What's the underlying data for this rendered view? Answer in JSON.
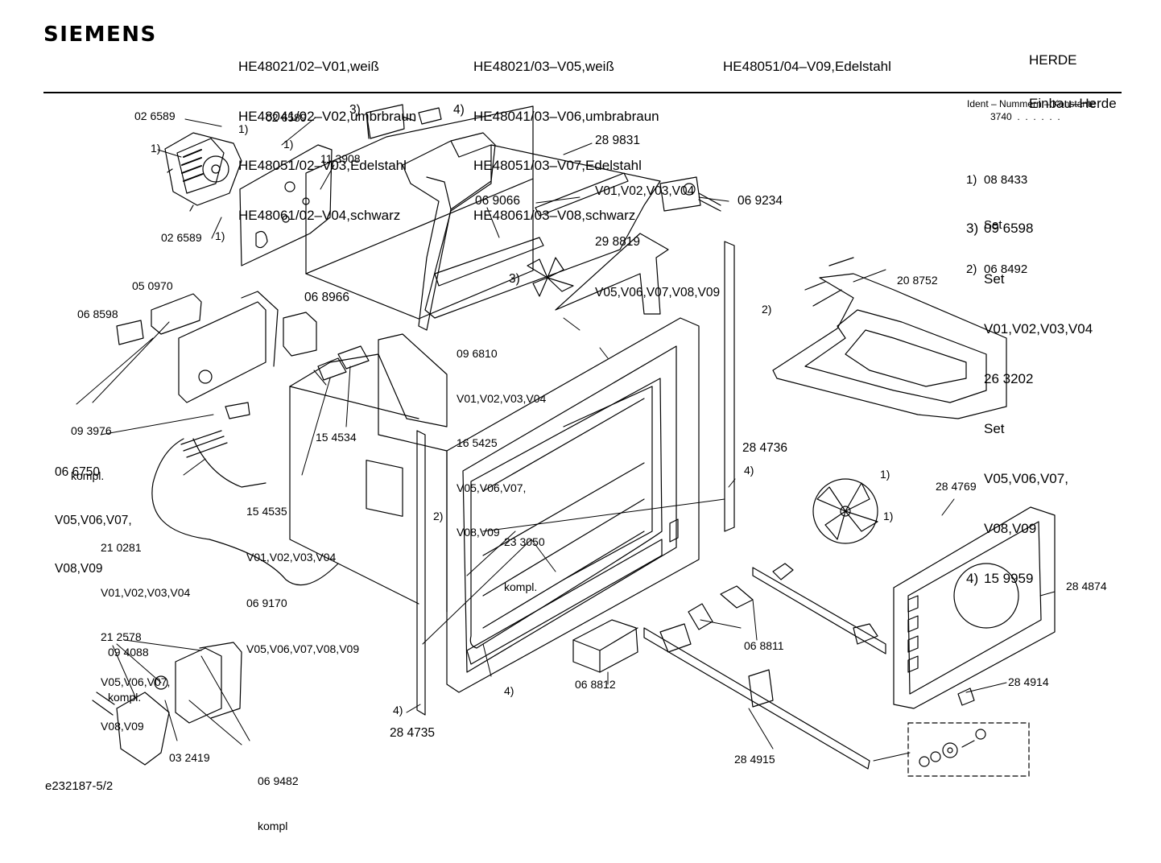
{
  "header": {
    "brand": "SIEMENS",
    "models_col1": [
      "HE48021/02–V01,weiß",
      "HE48041/02–V02,umbrbraun",
      "HE48051/02–V03,Edelstahl",
      "HE48061/02–V04,schwarz"
    ],
    "models_col2": [
      "HE48021/03–V05,weiß",
      "HE48041/03–V06,umbrabraun",
      "HE48051/03–V07,Edelstahl",
      "HE48061/03–V08,schwarz"
    ],
    "models_col3": [
      "HE48051/04–V09,Edelstahl"
    ],
    "category": [
      "HERDE",
      "Einbau–Herde"
    ]
  },
  "ident": {
    "title": "Ident – Nummern – Konstante",
    "value": "3740  .  .  .  .  .  ."
  },
  "footnotes": [
    {
      "key": "1)",
      "text": "08 8433"
    },
    {
      "key": "",
      "text": "Set"
    },
    {
      "key": "2)",
      "text": "06 8492"
    },
    {
      "key": "3)",
      "text": "09 6598"
    },
    {
      "key": "",
      "text": "Set"
    },
    {
      "key": "",
      "text": "V01,V02,V03,V04"
    },
    {
      "key": "",
      "text": "26 3202"
    },
    {
      "key": "",
      "text": "Set"
    },
    {
      "key": "",
      "text": "V05,V06,V07,"
    },
    {
      "key": "",
      "text": "V08,V09"
    },
    {
      "key": "4)",
      "text": "15 9959"
    }
  ],
  "labels": {
    "p026589a": "02 6589",
    "p026589b": "02 6589",
    "p026589c": "02 6589",
    "p113908": "11 3908",
    "p289831": "28 9831",
    "p289831v": "V01,V02,V03,V04",
    "p298819": "29 8819",
    "p298819v": "V05,V06,V07,V08,V09",
    "p069066": "06 9066",
    "p069234": "06 9234",
    "p050970": "05 0970",
    "p068598": "06 8598",
    "p068966": "06 8966",
    "p096810": "09 6810",
    "p096810v": "V01,V02,V03,V04",
    "p165425": "16 5425",
    "p165425v1": "V05,V06,V07,",
    "p165425v2": "V08,V09",
    "p208752": "20 8752",
    "p093976": "09 3976",
    "p093976k": "kompl.",
    "p066750": "06 6750",
    "p066750v1": "V05,V06,V07,",
    "p066750v2": "V08,V09",
    "p154534": "15 4534",
    "p154535": "15 4535",
    "p154535v": "V01,V02,V03,V04",
    "p069170": "06 9170",
    "p069170v": "V05,V06,V07,V08,V09",
    "p210281": "21 0281",
    "p210281v": "V01,V02,V03,V04",
    "p212578": "21 2578",
    "p212578v1": "V05,V06,V07,",
    "p212578v2": "V08,V09",
    "p284736": "28 4736",
    "p284769": "28 4769",
    "p233050": "23 3050",
    "p233050k": "kompl.",
    "p284874": "28 4874",
    "p094088": "09 4088",
    "p094088k": "kompl.",
    "p068811": "06 8811",
    "p068812": "06 8812",
    "p284914": "28 4914",
    "p284735": "28 4735",
    "p032419": "03 2419",
    "p069482": "06 9482",
    "p069482k": "kompl",
    "p284915": "28 4915"
  },
  "callouts": {
    "c1a": "1)",
    "c1b": "1)",
    "c1c": "1)",
    "c1d": "1)",
    "c1e": "1)",
    "c1f": "1)",
    "c2a": "2)",
    "c2b": "2)",
    "c3a": "3)",
    "c3b": "3)",
    "c4a": "4)",
    "c4b": "4)",
    "c4c": "4)",
    "c4d": "4)"
  },
  "footer": {
    "doc_id": "e232187-5/2"
  }
}
